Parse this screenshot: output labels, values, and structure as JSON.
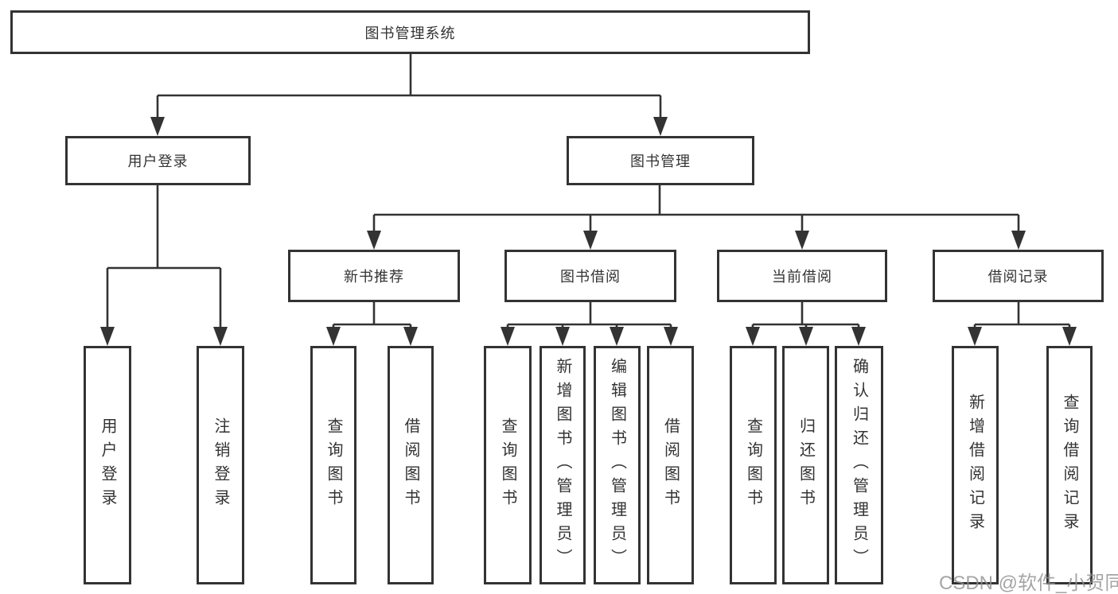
{
  "tree": {
    "root_label": "图书管理系统",
    "branches": [
      {
        "label": "用户登录",
        "children": [
          {
            "label": "用户登录"
          },
          {
            "label": "注销登录"
          }
        ]
      },
      {
        "label": "图书管理",
        "groups": [
          {
            "label": "新书推荐",
            "children": [
              {
                "label": "查询图书"
              },
              {
                "label": "借阅图书"
              }
            ]
          },
          {
            "label": "图书借阅",
            "children": [
              {
                "label": "查询图书"
              },
              {
                "label": "新增图书（管理员）"
              },
              {
                "label": "编辑图书（管理员）"
              },
              {
                "label": "借阅图书"
              }
            ]
          },
          {
            "label": "当前借阅",
            "children": [
              {
                "label": "查询图书"
              },
              {
                "label": "归还图书"
              },
              {
                "label": "确认归还（管理员）"
              }
            ]
          },
          {
            "label": "借阅记录",
            "children": [
              {
                "label": "新增借阅记录"
              },
              {
                "label": "查询借阅记录"
              }
            ]
          }
        ]
      }
    ]
  },
  "watermark": {
    "text": "CSDN @软件_小贺同学"
  },
  "colors": {
    "line": "#333333",
    "box_border": "#333333",
    "text": "#333333",
    "background": "#ffffff",
    "watermark": "#8f8f8f"
  }
}
